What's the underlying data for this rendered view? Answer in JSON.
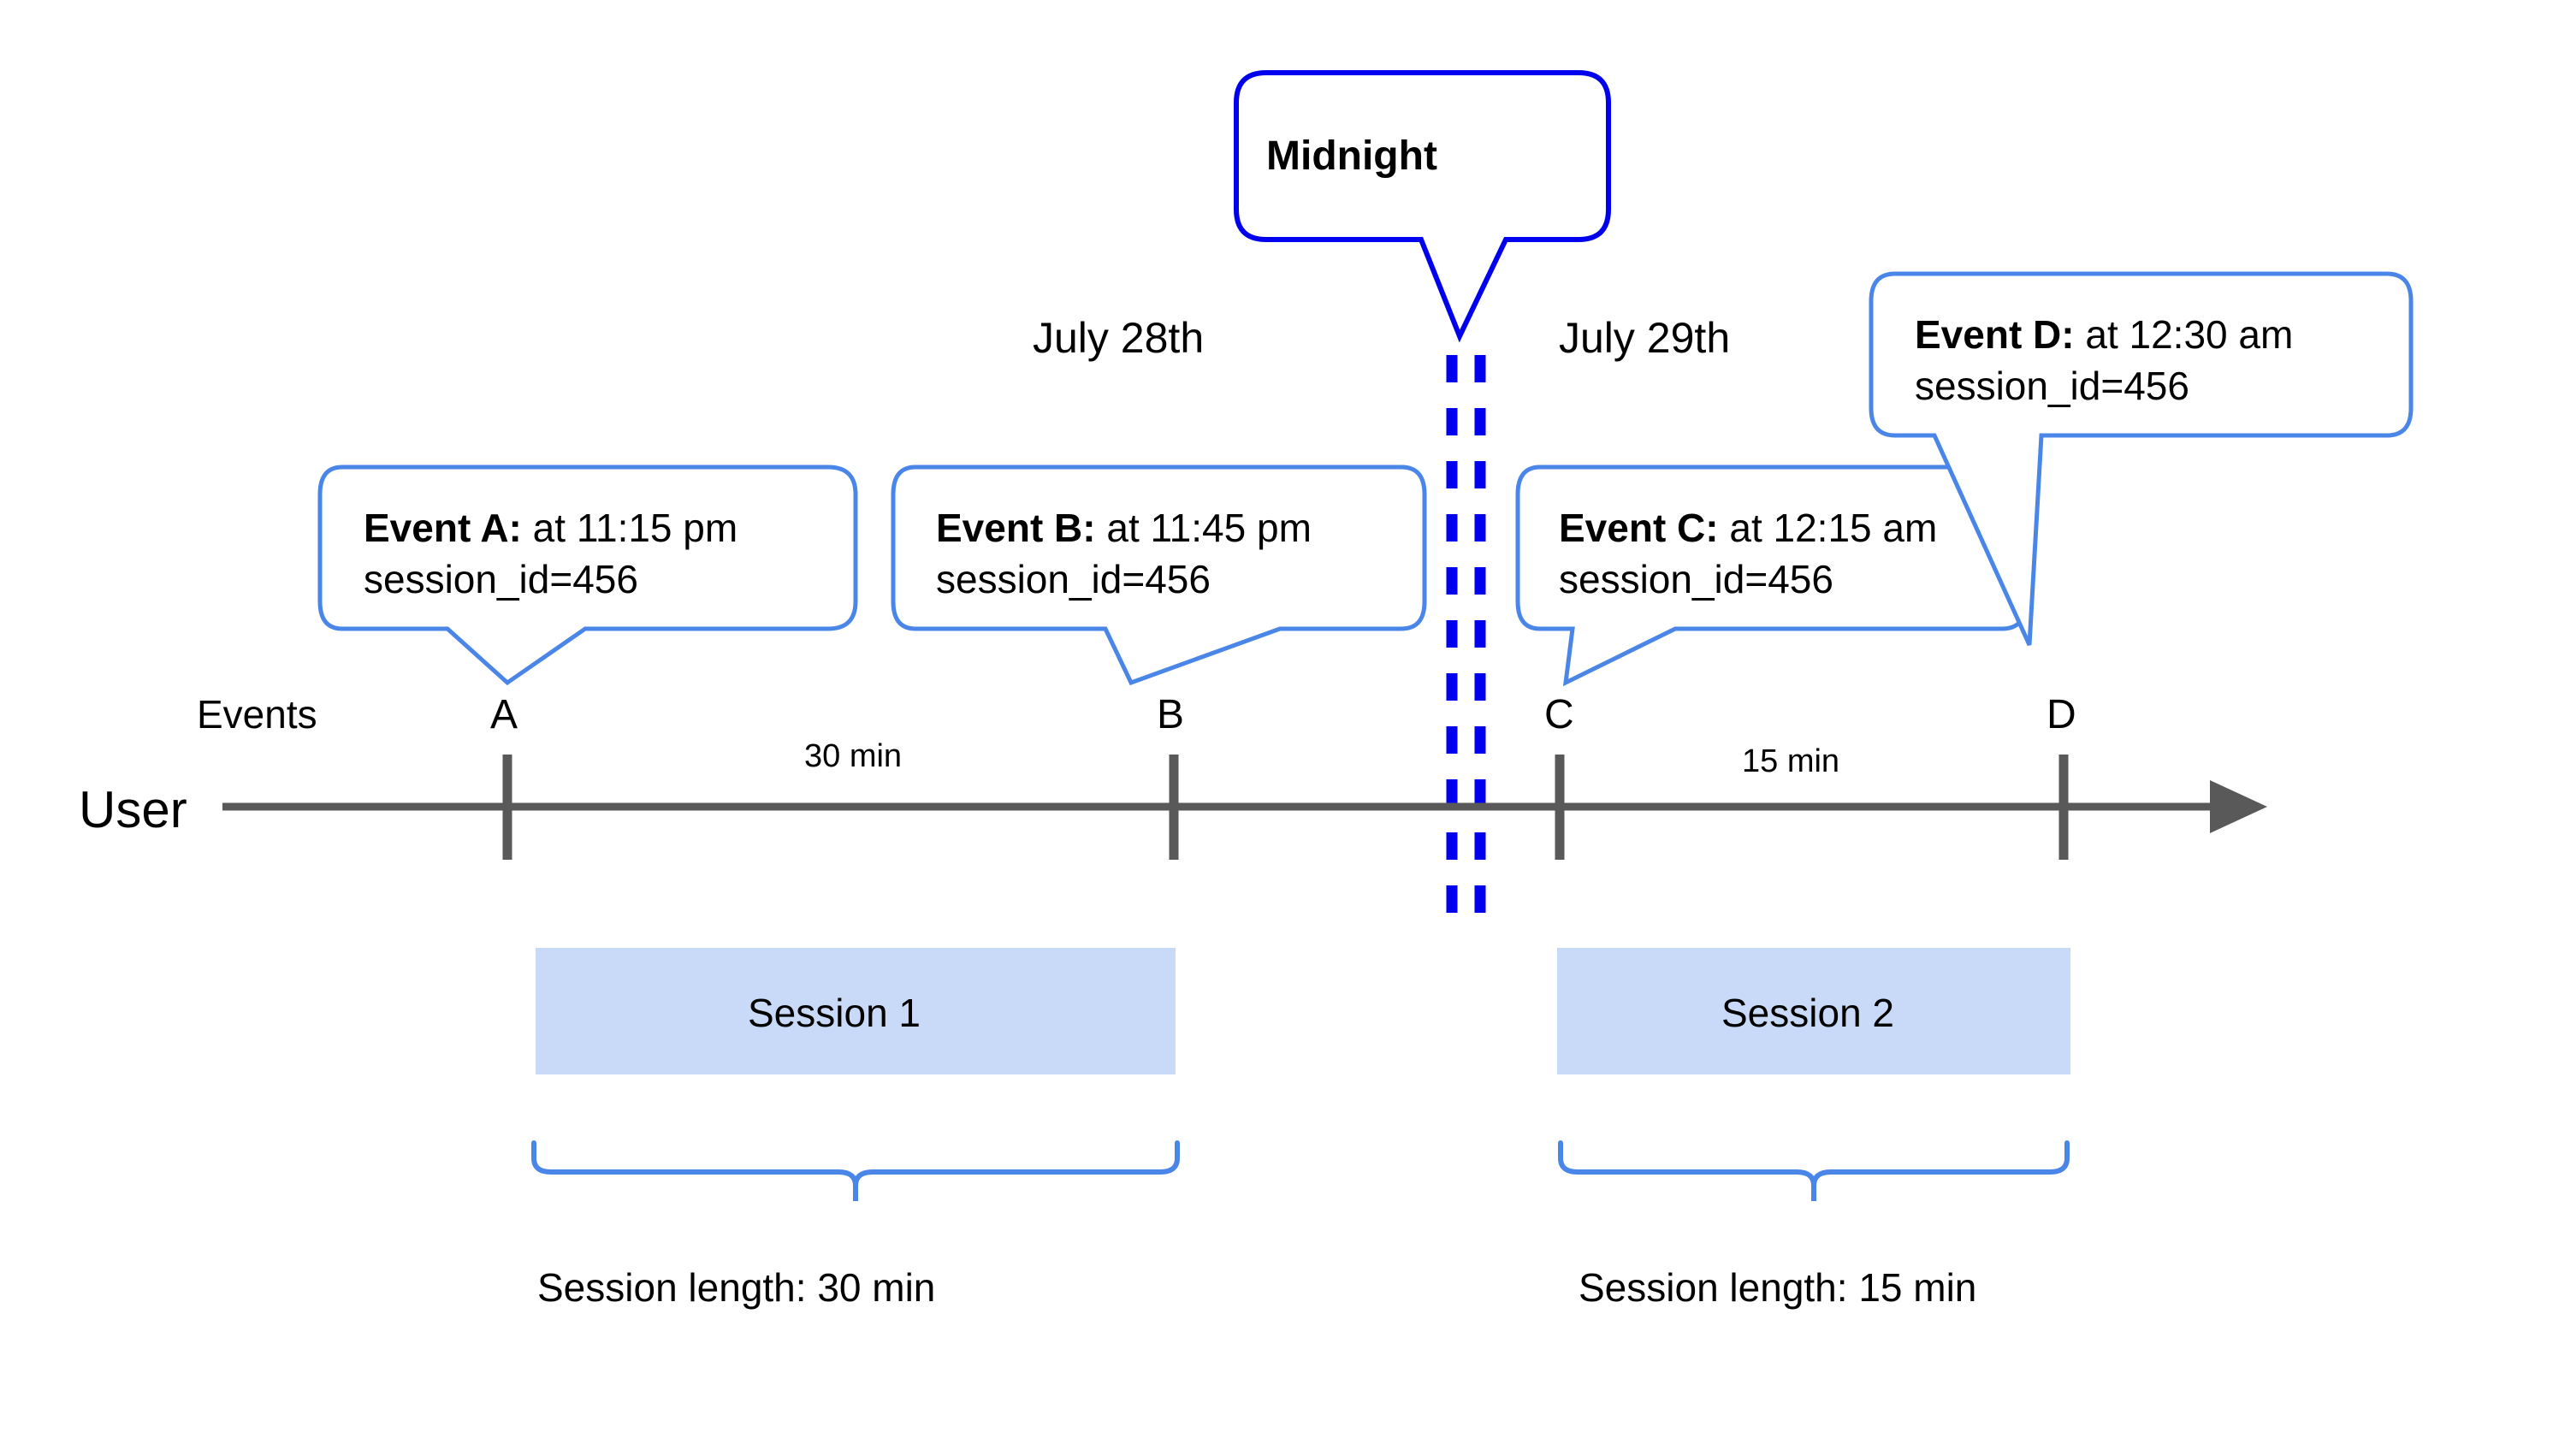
{
  "diagram": {
    "title_callout": {
      "label": "Midnight"
    },
    "lanes": {
      "events_label": "Events",
      "user_label": "User"
    },
    "dates": [
      {
        "label": "July 28th"
      },
      {
        "label": "July 29th"
      }
    ],
    "ticks": [
      {
        "letter": "A"
      },
      {
        "letter": "B"
      },
      {
        "letter": "C"
      },
      {
        "letter": "D"
      }
    ],
    "durations": [
      {
        "label": "30 min"
      },
      {
        "label": "15 min"
      }
    ],
    "event_callouts": [
      {
        "name": "Event A:",
        "time": " at 11:15 pm",
        "session": "session_id=456"
      },
      {
        "name": "Event B:",
        "time": " at 11:45 pm",
        "session": "session_id=456"
      },
      {
        "name": "Event C:",
        "time": " at 12:15 am",
        "session": "session_id=456"
      },
      {
        "name": "Event D:",
        "time": " at 12:30 am",
        "session": "session_id=456"
      }
    ],
    "sessions": [
      {
        "label": "Session 1",
        "length_label": "Session length: 30 min"
      },
      {
        "label": "Session 2",
        "length_label": "Session length: 15 min"
      }
    ],
    "colors": {
      "callout_border": "#4a86e8",
      "midnight_border": "#0000ee",
      "midnight_dash": "#0000ee",
      "session_fill": "#c9daf8",
      "axis": "#595959",
      "text": "#000000",
      "background": "#ffffff"
    }
  }
}
